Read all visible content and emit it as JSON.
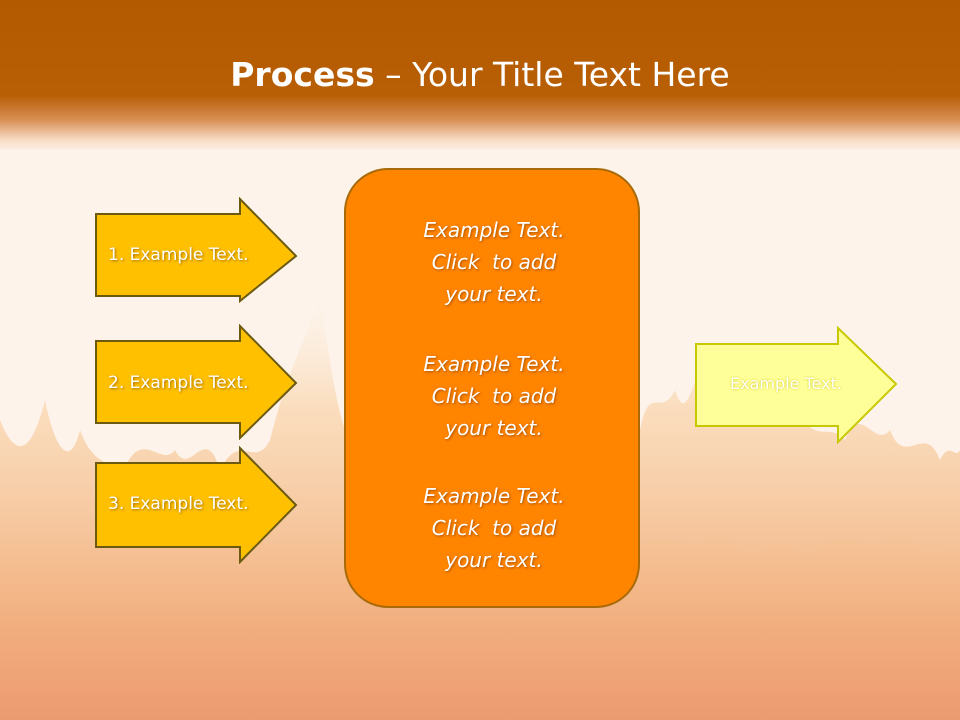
{
  "slide": {
    "title_bold": "Process",
    "title_rest": " – Your Title Text Here"
  },
  "left_arrows": [
    {
      "label": "1. Example Text."
    },
    {
      "label": "2. Example Text."
    },
    {
      "label": "3. Example Text."
    }
  ],
  "center_box": {
    "paragraphs": [
      {
        "lines": [
          "Example Text.",
          "Click  to add",
          "your text."
        ]
      },
      {
        "lines": [
          "Example Text.",
          "Click  to add",
          "your text."
        ]
      },
      {
        "lines": [
          "Example Text.",
          "Click  to add",
          "your text."
        ]
      }
    ]
  },
  "right_arrow": {
    "label": "Example Text."
  },
  "colors": {
    "header": "#b85e05",
    "left_arrow_fill": "#ffc000",
    "left_arrow_border": "#6b5a10",
    "center_fill": "#ff8400",
    "right_arrow_fill": "#ffff99",
    "right_arrow_border": "#c8c800"
  }
}
